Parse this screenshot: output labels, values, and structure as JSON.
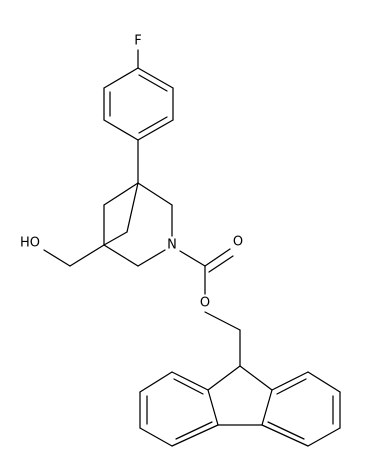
{
  "atoms": {
    "fluorine": "F",
    "hydroxyl": "HO",
    "nitrogen": "N",
    "carbonyl_oxygen": "O",
    "ester_oxygen": "O"
  },
  "colors": {
    "bond": "#000000",
    "background": "#ffffff"
  }
}
